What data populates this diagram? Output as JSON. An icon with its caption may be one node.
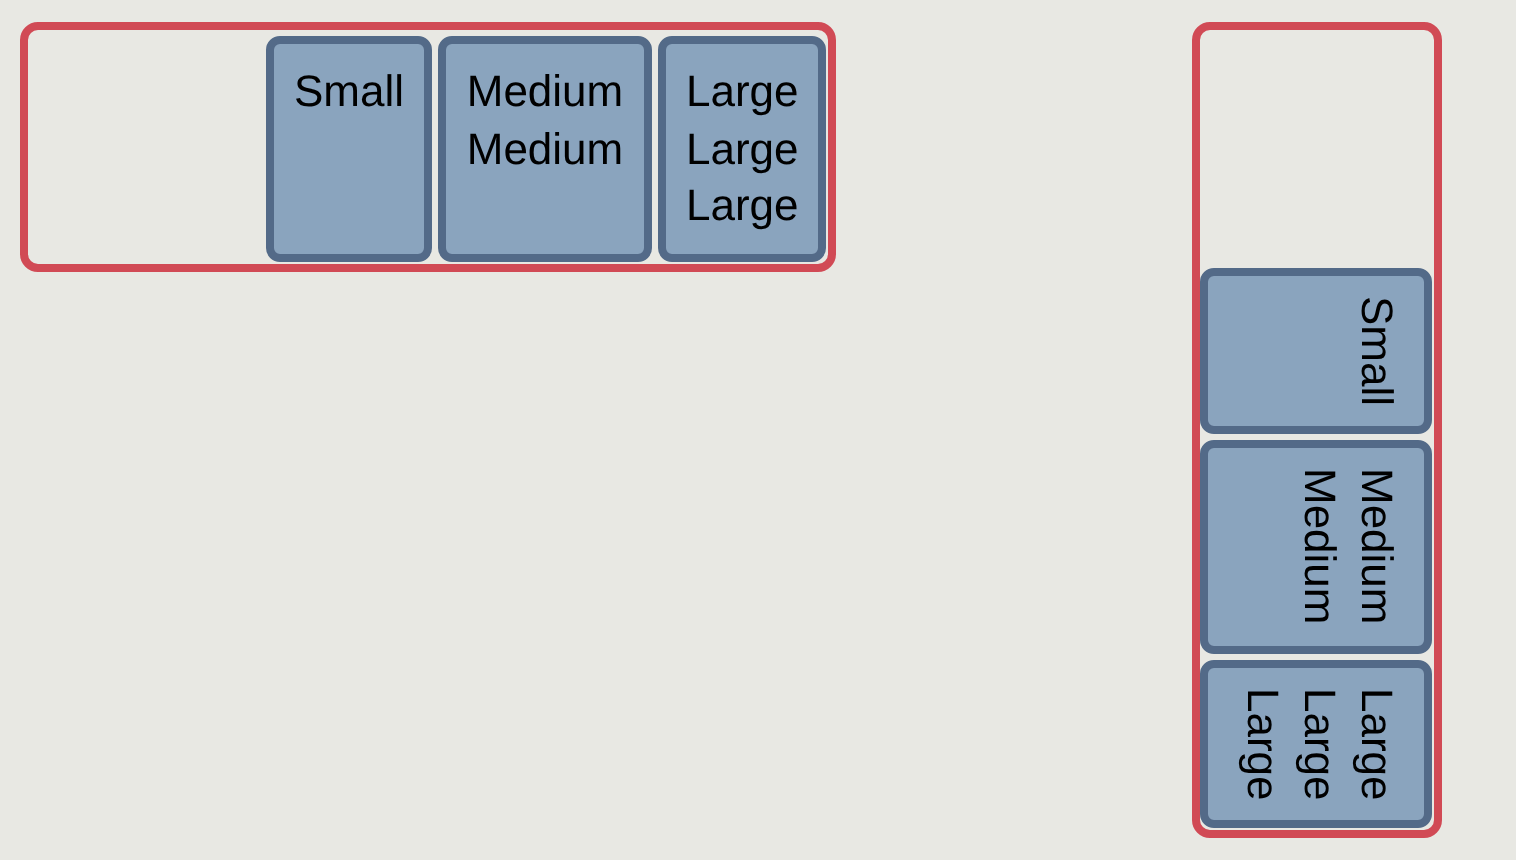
{
  "diagram": {
    "nodes": [
      {
        "text": [],
        "shape": "box"
      },
      {
        "text": [
          "Small"
        ],
        "in": 0
      },
      {
        "text": [
          "Medium Medium"
        ],
        "in": 0
      },
      {
        "text": [
          "Large Large Large"
        ],
        "in": 0
      },
      {
        "text": [],
        "shape": "box"
      },
      {
        "text": [
          "Small"
        ],
        "in": 4
      },
      {
        "text": [
          "Medium Medium"
        ],
        "in": 4
      },
      {
        "text": [
          "Large Large Large"
        ],
        "in": 4
      }
    ]
  }
}
